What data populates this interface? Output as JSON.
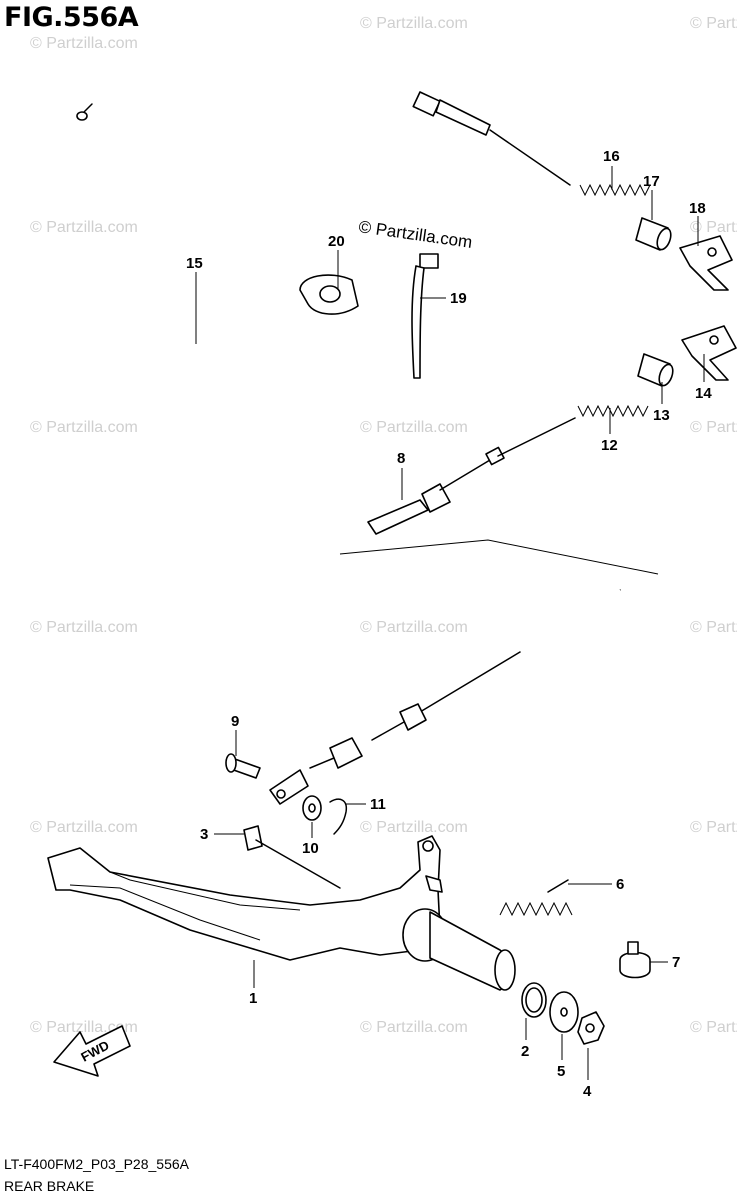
{
  "figure": {
    "title": "FIG.556A",
    "code": "LT-F400FM2_P03_P28_556A",
    "caption": "REAR BRAKE"
  },
  "copyright_mark": "© Partzilla.com",
  "watermark": "© Partzilla.com",
  "direction_arrow": "FWD",
  "callouts": [
    {
      "id": "callout-1",
      "label": "1"
    },
    {
      "id": "callout-2",
      "label": "2"
    },
    {
      "id": "callout-3",
      "label": "3"
    },
    {
      "id": "callout-4",
      "label": "4"
    },
    {
      "id": "callout-5",
      "label": "5"
    },
    {
      "id": "callout-6",
      "label": "6"
    },
    {
      "id": "callout-7",
      "label": "7"
    },
    {
      "id": "callout-8",
      "label": "8"
    },
    {
      "id": "callout-9",
      "label": "9"
    },
    {
      "id": "callout-10",
      "label": "10"
    },
    {
      "id": "callout-11",
      "label": "11"
    },
    {
      "id": "callout-12",
      "label": "12"
    },
    {
      "id": "callout-13",
      "label": "13"
    },
    {
      "id": "callout-14",
      "label": "14"
    },
    {
      "id": "callout-15",
      "label": "15"
    },
    {
      "id": "callout-16",
      "label": "16"
    },
    {
      "id": "callout-17",
      "label": "17"
    },
    {
      "id": "callout-18",
      "label": "18"
    },
    {
      "id": "callout-19",
      "label": "19"
    },
    {
      "id": "callout-20",
      "label": "20"
    }
  ]
}
